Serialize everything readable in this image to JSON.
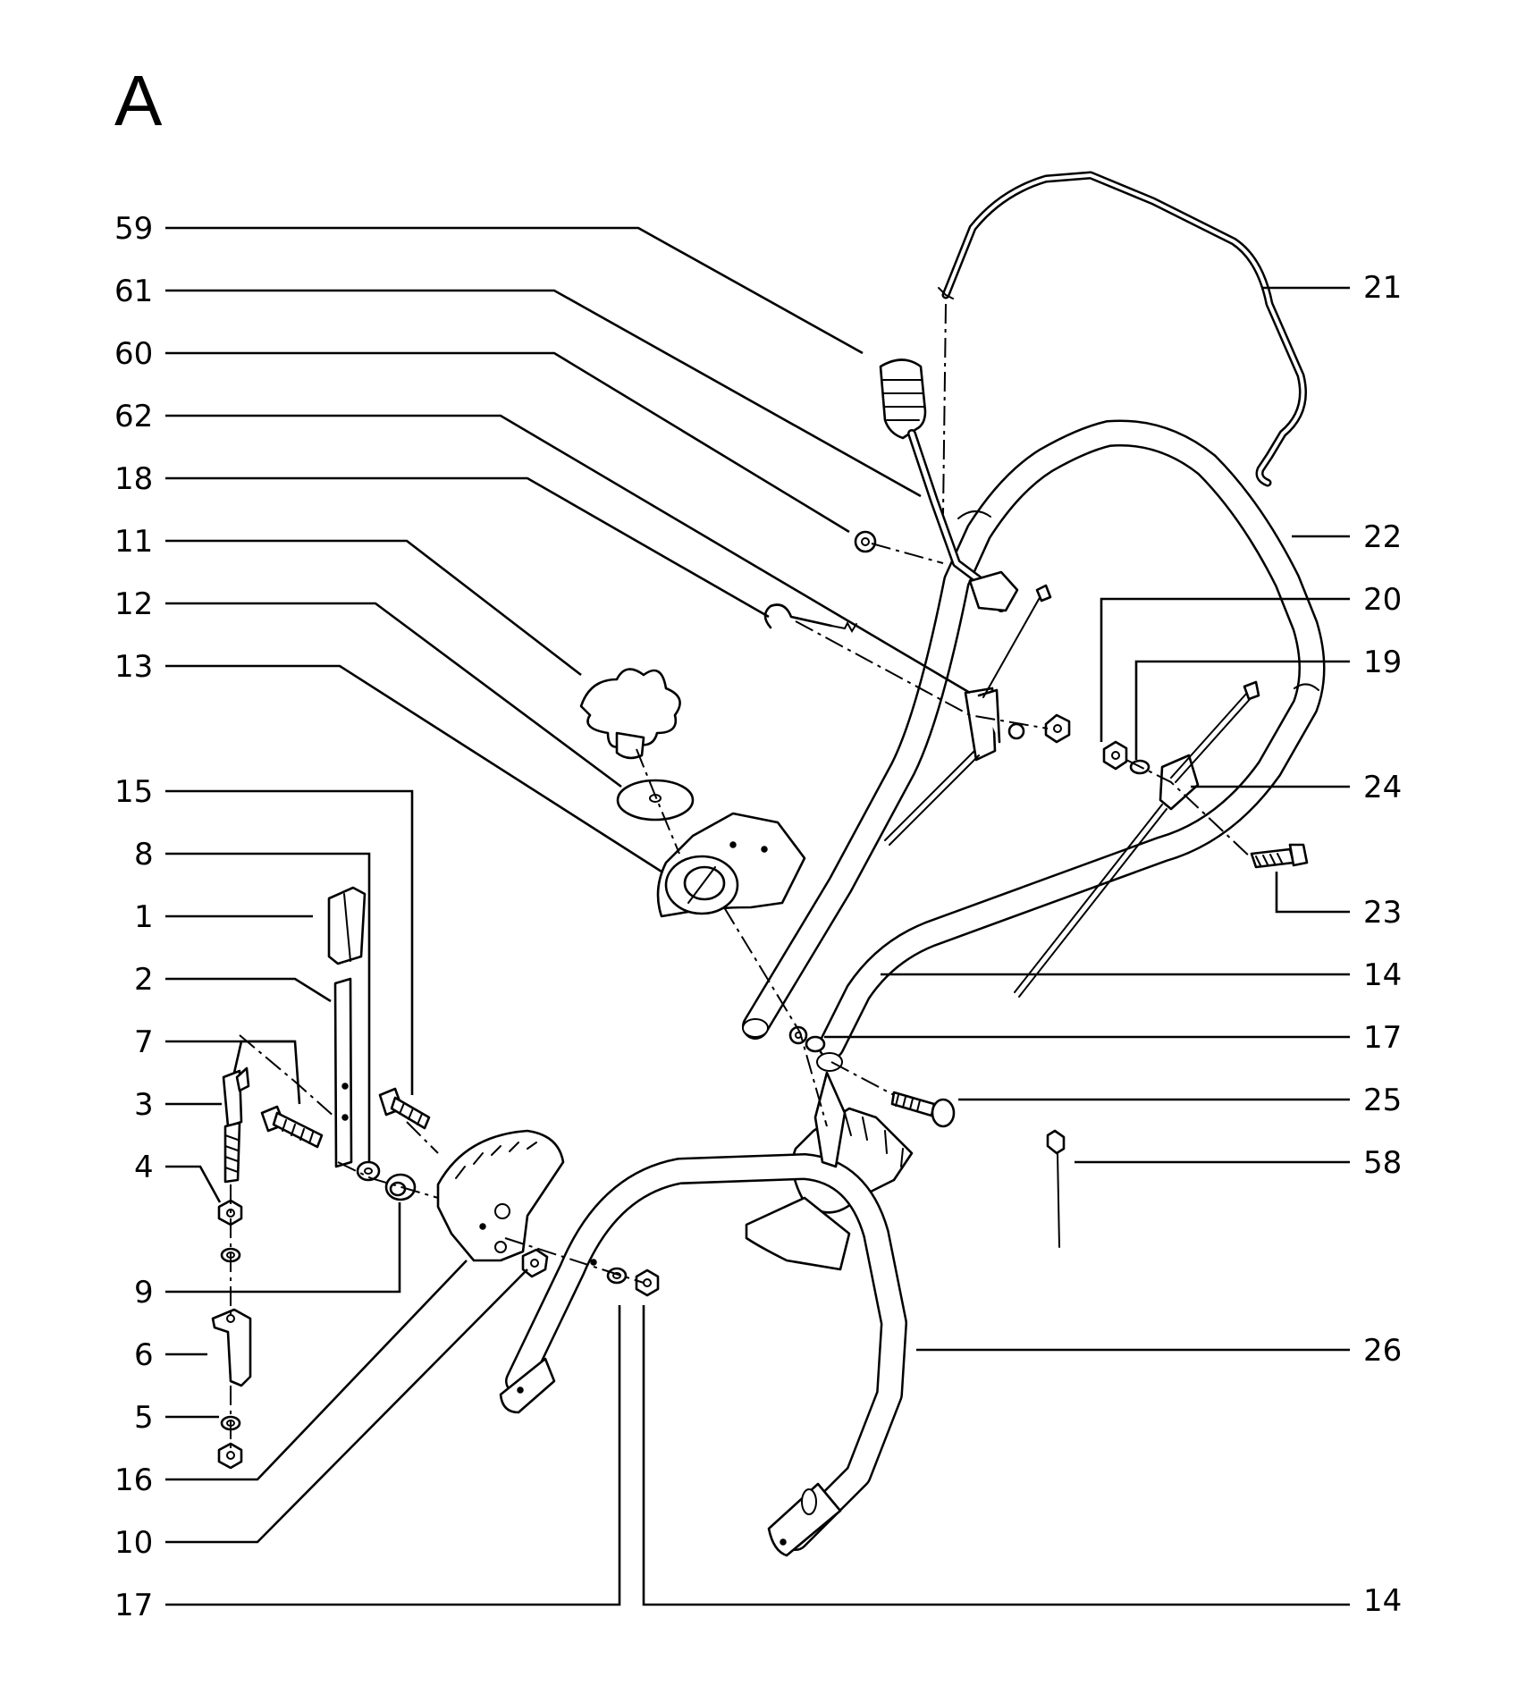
{
  "title": "A",
  "labels": {
    "l59": "59",
    "l61": "61",
    "l60": "60",
    "l62": "62",
    "l18": "18",
    "l11": "11",
    "l12": "12",
    "l13": "13",
    "l15": "15",
    "l8": "8",
    "l1": "1",
    "l2": "2",
    "l7": "7",
    "l3": "3",
    "l4": "4",
    "l9": "9",
    "l6": "6",
    "l5": "5",
    "l16": "16",
    "l10": "10",
    "l17b": "17",
    "l21": "21",
    "l22": "22",
    "l20": "20",
    "l19": "19",
    "l24": "24",
    "l23": "23",
    "l14a": "14",
    "l17a": "17",
    "l25": "25",
    "l58": "58",
    "l26": "26",
    "l14b": "14"
  }
}
